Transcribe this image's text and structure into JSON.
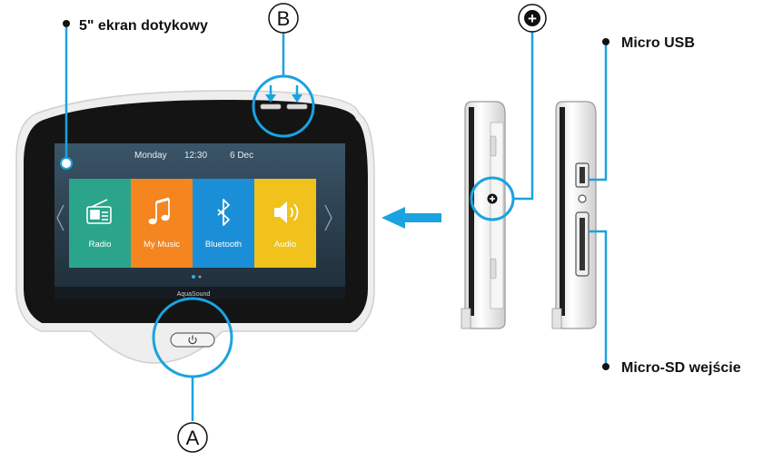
{
  "labels": {
    "touchscreen": "5\" ekran dotykowy",
    "micro_usb": "Micro USB",
    "micro_sd": "Micro-SD wejście"
  },
  "callouts": {
    "a": "A",
    "b": "B",
    "plus": "+"
  },
  "screen": {
    "day": "Monday",
    "time": "12:30",
    "date": "6 Dec",
    "brand": "AquaSound",
    "tiles": [
      {
        "label": "Radio",
        "color": "#2aa58b"
      },
      {
        "label": "My Music",
        "color": "#f4851f"
      },
      {
        "label": "Bluetooth",
        "color": "#1a8fd8"
      },
      {
        "label": "Audio",
        "color": "#f1c21b"
      }
    ]
  },
  "colors": {
    "accent": "#1aa3e0"
  }
}
